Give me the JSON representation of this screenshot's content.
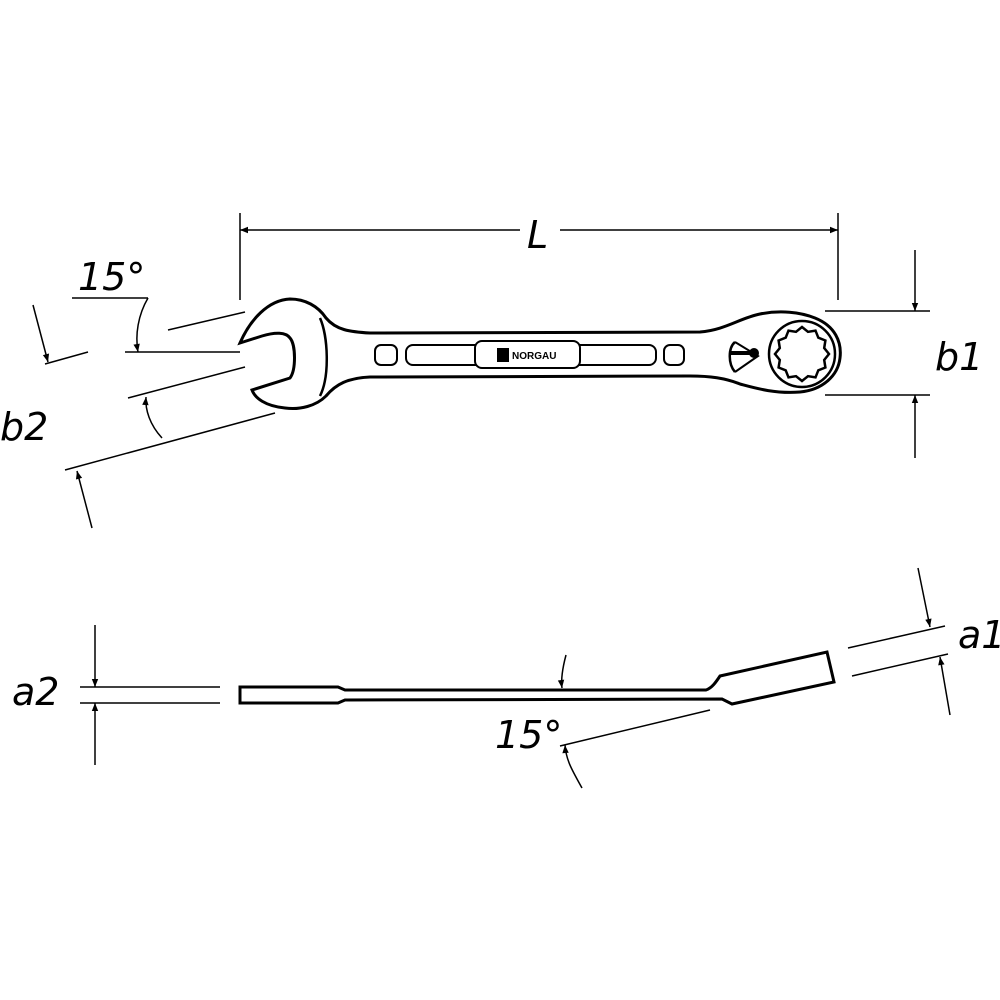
{
  "labels": {
    "length": "L",
    "ring_width": "b1",
    "open_width": "b2",
    "open_angle": "15°",
    "offset_angle": "15°",
    "ring_thickness": "a1",
    "open_thickness": "a2"
  },
  "brand": "NORGAU"
}
